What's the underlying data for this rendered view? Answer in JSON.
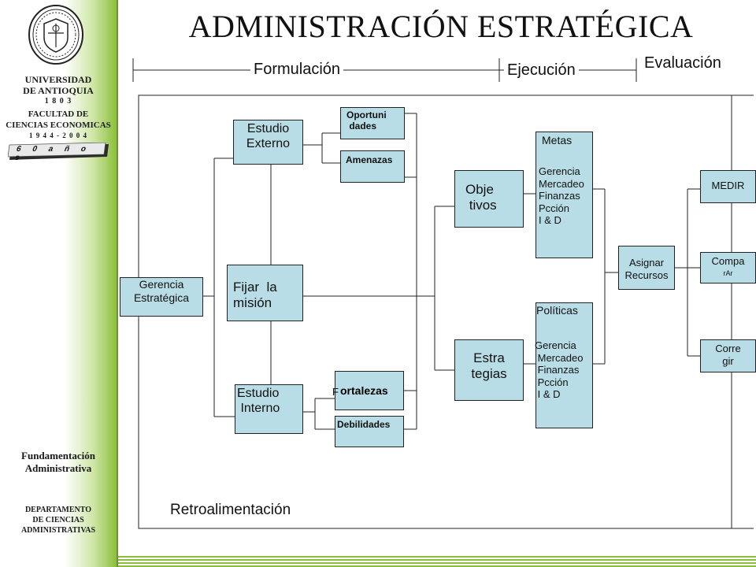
{
  "sidebar": {
    "university_line1": "UNIVERSIDAD",
    "university_line2": "DE ANTIOQUIA",
    "founded": "1 8 0 3",
    "faculty_line1": "FACULTAD DE",
    "faculty_line2": "CIENCIAS ECONOMICAS",
    "faculty_years": "1 9 4 4  -  2 0 0 4",
    "anniversary": "6 0  a ñ o s",
    "course_line1": "Fundamentación",
    "course_line2": "Administrativa",
    "dept_line1": "DEPARTAMENTO",
    "dept_line2": "DE CIENCIAS",
    "dept_line3": "ADMINISTRATIVAS"
  },
  "header": {
    "title": "ADMINISTRACIÓN ESTRATÉGICA",
    "phase_formulacion": "Formulación",
    "phase_ejecucion": "Ejecución",
    "phase_evaluacion": "Evaluación"
  },
  "diagram": {
    "gerencia": "Gerencia\nEstratégica",
    "estudio_externo": "Estudio\nExterno",
    "fijar_mision": "Fijar  la\nmisión",
    "estudio_interno": "Estudio\n Interno",
    "oportunidades": "Oportuni\n dades",
    "amenazas": "Amenazas",
    "fortalezas_initial": "F",
    "fortalezas_rest": "ortalezas",
    "debilidades": "Debilidades",
    "objetivos": "Obje\n tivos",
    "estrategias": "Estra\ntegias",
    "metas_title": "Metas",
    "metas_items": "Gerencia\nMercadeo\nFinanzas\nPcción\nI & D",
    "politicas_title": "Políticas",
    "politicas_items": "Gerencia\n Mercadeo\n Finanzas\n Pcción\n I & D",
    "asignar": "Asignar\nRecursos",
    "medir": "MEDIR",
    "comparar_main": "Compa",
    "comparar_small": "rAr",
    "corregir": "Corre\ngir",
    "retroalimentacion": "Retroalimentación"
  },
  "colors": {
    "box_fill": "#b8dde6",
    "sidebar_green": "#8bbf3a"
  }
}
